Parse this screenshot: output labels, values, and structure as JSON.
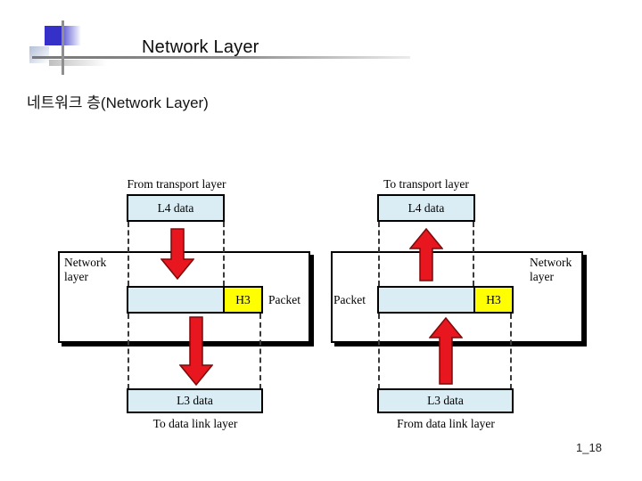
{
  "slide": {
    "title": "Network Layer",
    "subtitle": "네트워크 층(Network Layer)",
    "page_number": "1_18"
  },
  "colors": {
    "accent_blue": "#3531c8",
    "rule_gray": "#8f8f8f",
    "box_fill_blue": "#daedf4",
    "header_fill_yellow": "#ffff00",
    "arrow_red": "#e8161f",
    "border_black": "#000000"
  },
  "diagram": {
    "left": {
      "direction": "down",
      "top_label": "From transport layer",
      "l4_label": "L4 data",
      "layer_label": "Network layer",
      "header_label": "H3",
      "packet_label": "Packet",
      "l3_label": "L3 data",
      "bottom_label": "To data link layer"
    },
    "right": {
      "direction": "up",
      "top_label": "To transport layer",
      "l4_label": "L4 data",
      "layer_label": "Network layer",
      "header_label": "H3",
      "packet_label": "Packet",
      "l3_label": "L3 data",
      "bottom_label": "From data link layer"
    }
  }
}
